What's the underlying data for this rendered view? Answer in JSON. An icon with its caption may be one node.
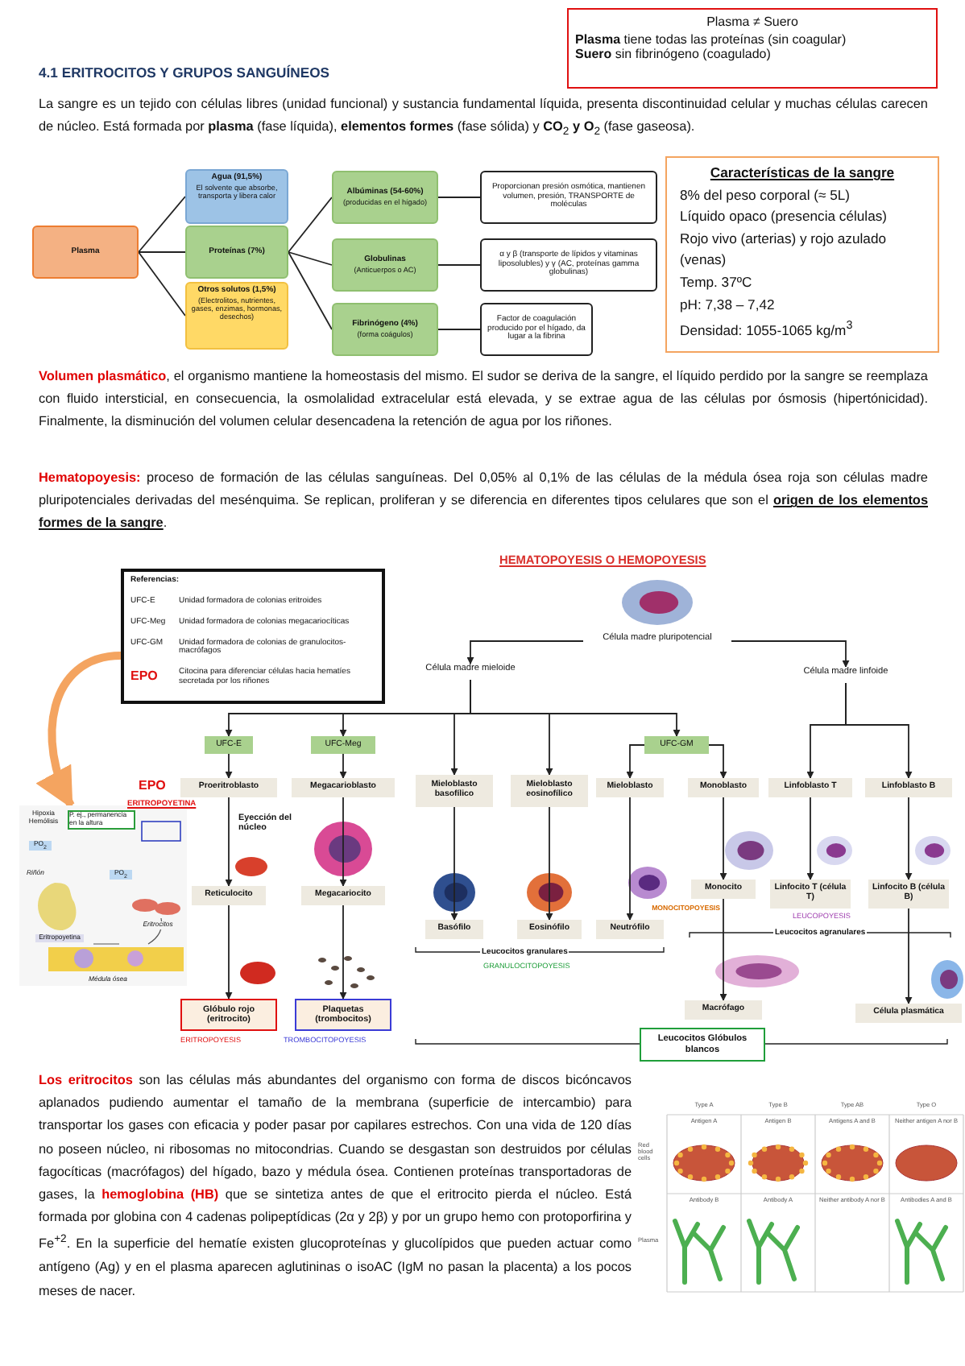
{
  "diagram": {
    "title": "4.1 ERITROCITOS Y GRUPOS SANGUÍNEOS",
    "nodes": [
      {
        "text": [
          "Plasma ≠ Suero",
          "**Plasma** tiene todas las proteínas (sin coagular)",
          "**Suero** sin fibrinógeno (coagulado)"
        ]
      },
      {
        "text": [
          "Plasma"
        ]
      },
      {
        "text": [
          "Agua (91,5%)",
          "El solvente que absorbe, transporta y libera calor"
        ]
      },
      {
        "text": [
          "Proteínas (7%)"
        ]
      },
      {
        "text": [
          "Otros solutos (1,5%)",
          "(Electrolitos, nutrientes, gases, enzimas, hormonas, desechos)"
        ]
      },
      {
        "text": [
          "Albúminas (54-60%)",
          "(producidas en el hígado)"
        ]
      },
      {
        "text": [
          "Globulinas",
          "(Anticuerpos o AC)"
        ]
      },
      {
        "text": [
          "Fibrinógeno (4%)",
          "(forma coágulos)"
        ]
      },
      {
        "text": [
          "Proporcionan presión osmótica, mantienen volumen, presión, TRANSPORTE de moléculas"
        ]
      },
      {
        "text": [
          "α y β (transporte de lípidos y vitaminas liposolubles) y γ (AC, proteínas gamma globulinas)"
        ]
      },
      {
        "text": [
          "Factor de coagulación producido por el hígado, da lugar a la fibrina"
        ]
      },
      {
        "text": [
          "Características de la sangre",
          "8% del peso corporal (≈ 5L)",
          "Líquido opaco (presencia células)",
          "Rojo vivo (arterias) y rojo azulado (venas)",
          "Temp. 37ºC",
          "pH: 7,38 – 7,42",
          "Densidad: 1055-1065 kg/m$^{3}$"
        ]
      },
      {
        "text": [
          "Referencias:",
          "UFC-E",
          "Unidad formadora de colonias eritroides",
          "UFC-Meg",
          "Unidad formadora de colonias megacariocíticas",
          "UFC-GM",
          "Unidad formadora de colonias de granulocitos-macrófagos",
          "EPO",
          "Citocina para diferenciar células hacia hematíes secretada por los riñones"
        ]
      },
      {
        "text": [
          "Hipoxia Hemólisis",
          "P. ej., permanencia en la altura",
          "PO$_{2}$",
          "Riñón",
          "PO$_{2}$",
          "Eritrocitos",
          "Eritropoyetina",
          "Médula ósea"
        ]
      },
      {
        "text": [
          "Célula madre pluripotencial"
        ]
      },
      {
        "text": [
          "Célula madre mieloide"
        ]
      },
      {
        "text": [
          "Célula madre linfoide"
        ]
      },
      {
        "text": [
          "UFC-E"
        ]
      },
      {
        "text": [
          "UFC-Meg"
        ]
      },
      {
        "text": [
          "UFC-GM"
        ]
      },
      {
        "text": [
          "Proeritroblasto"
        ]
      },
      {
        "text": [
          "Megacarioblasto"
        ]
      },
      {
        "text": [
          "Mieloblasto basofílico"
        ]
      },
      {
        "text": [
          "Mieloblasto eosinofílico"
        ]
      },
      {
        "text": [
          "Mieloblasto"
        ]
      },
      {
        "text": [
          "Monoblasto"
        ]
      },
      {
        "text": [
          "Linfoblasto T"
        ]
      },
      {
        "text": [
          "Linfoblasto B"
        ]
      },
      {
        "text": [
          "Reticulocito"
        ]
      },
      {
        "text": [
          "Megacariocito"
        ]
      },
      {
        "text": [
          "Basófilo"
        ]
      },
      {
        "text": [
          "Eosinófilo"
        ]
      },
      {
        "text": [
          "Neutrófilo"
        ]
      },
      {
        "text": [
          "Monocito"
        ]
      },
      {
        "text": [
          "Linfocito T (célula T)"
        ]
      },
      {
        "text": [
          "Linfocito B (célula B)"
        ]
      },
      {
        "text": [
          "Glóbulo rojo (eritrocito)"
        ]
      },
      {
        "text": [
          "Plaquetas (trombocitos)"
        ]
      },
      {
        "text": [
          "Macrófago"
        ]
      },
      {
        "text": [
          "Célula plasmática"
        ]
      },
      {
        "text": [
          "Leucocitos Glóbulos blancos"
        ]
      }
    ],
    "edges": [
      {
        "from": 1,
        "to": 2,
        "arrow": "none"
      },
      {
        "from": 1,
        "to": 3,
        "arrow": "none"
      },
      {
        "from": 1,
        "to": 4,
        "arrow": "none"
      },
      {
        "from": 3,
        "to": 5,
        "arrow": "none"
      },
      {
        "from": 3,
        "to": 6,
        "arrow": "none"
      },
      {
        "from": 3,
        "to": 7,
        "arrow": "none"
      },
      {
        "from": 5,
        "to": 8,
        "arrow": "none"
      },
      {
        "from": 6,
        "to": 9,
        "arrow": "none"
      },
      {
        "from": 7,
        "to": 10,
        "arrow": "none"
      },
      {
        "from": 12,
        "to": 13,
        "arrow": "to",
        "style": "thick",
        "color": "#f4a460"
      },
      {
        "from": 14,
        "to": 15,
        "arrow": "to"
      },
      {
        "from": 14,
        "to": 16,
        "arrow": "to"
      },
      {
        "from": 15,
        "to": 17,
        "arrow": "to"
      },
      {
        "from": 15,
        "to": 18,
        "arrow": "to"
      },
      {
        "from": 15,
        "to": 22,
        "arrow": "to"
      },
      {
        "from": 15,
        "to": 23,
        "arrow": "to"
      },
      {
        "from": 15,
        "to": 19,
        "arrow": "to"
      },
      {
        "from": 19,
        "to": 24,
        "arrow": "to"
      },
      {
        "from": 19,
        "to": 25,
        "arrow": "to"
      },
      {
        "from": 16,
        "to": 26,
        "arrow": "to"
      },
      {
        "from": 16,
        "to": 27,
        "arrow": "to"
      },
      {
        "from": 17,
        "to": 20,
        "arrow": "to"
      },
      {
        "from": 18,
        "to": 21,
        "arrow": "to"
      },
      {
        "from": 20,
        "to": 28,
        "arrow": "to",
        "label": "Eyección del núcleo"
      },
      {
        "from": 21,
        "to": 29,
        "arrow": "to"
      },
      {
        "from": 22,
        "to": 30,
        "arrow": "to"
      },
      {
        "from": 23,
        "to": 31,
        "arrow": "to"
      },
      {
        "from": 24,
        "to": 32,
        "arrow": "to"
      },
      {
        "from": 25,
        "to": 33,
        "arrow": "to"
      },
      {
        "from": 26,
        "to": 34,
        "arrow": "to"
      },
      {
        "from": 27,
        "to": 35,
        "arrow": "to"
      },
      {
        "from": 28,
        "to": 36,
        "arrow": "to"
      },
      {
        "from": 29,
        "to": 37,
        "arrow": "to"
      },
      {
        "from": 33,
        "to": 38,
        "arrow": "to"
      },
      {
        "from": 35,
        "to": 39,
        "arrow": "to"
      }
    ],
    "labels": [
      "La sangre es un tejido con células libres (unidad funcional) y sustancia fundamental líquida, presenta discontinuidad celular y muchas células carecen de núcleo. Está formada por **plasma** (fase líquida), **elementos formes** (fase sólida) y **CO**$_{2}$ **y O**$_{2}$ (fase gaseosa).",
      "**Volumen plasmático**, el organismo mantiene la homeostasis del mismo. El sudor se deriva de la sangre, el líquido perdido por la sangre se reemplaza con fluido intersticial, en consecuencia, la osmolalidad extracelular está elevada, y se extrae agua de las células por ósmosis (hipertónicidad). Finalmente, la disminución del volumen celular desencadena la retención de agua por los riñones.",
      "**Hematopoyesis:** proceso de formación de las células sanguíneas. Del 0,05% al 0,1% de las células de la médula ósea roja son células madre pluripotenciales derivadas del mesénquima. Se replican, proliferan y se diferencia en diferentes tipos celulares que son el **origen de los elementos formes de la sangre**.",
      "HEMATOPOYESIS O HEMOPOYESIS",
      "EPO",
      "ERITROPOYETINA",
      "MONOCITOPOYESIS",
      "LEUCOPOYESIS",
      "Leucocitos agranulares",
      "Leucocitos granulares",
      "GRANULOCITOPOYESIS",
      "ERITROPOYESIS",
      "TROMBOCITOPOYESIS",
      "**Los eritrocitos** son las células más abundantes del organismo con forma de discos bicóncavos aplanados pudiendo aumentar el tamaño de la membrana (superficie de intercambio) para transportar los gases con eficacia y poder pasar por capilares estrechos. Con una vida de 120 días no poseen núcleo, ni ribosomas no mitocondrias. Cuando se desgastan son destruidos por células fagocíticas (macrófagos) del hígado, bazo y médula ósea. Contienen proteínas transportadoras de gases, la **hemoglobina (HB)** que se sintetiza antes de que el eritrocito pierda el núcleo. Está formada por globina con 4 cadenas polipeptídicas (2α y 2β) y por un grupo hemo con protoporfirina y Fe$^{+2}$. En la superficie del hematíe existen glucoproteínas y glucolípidos que pueden actuar como antígeno (Ag) y en el plasma aparecen aglutininas o isoAC (IgM no pasan la placenta) a los pocos meses de nacer.",
      "Type A",
      "Type B",
      "Type AB",
      "Type O",
      "Red blood cells",
      "Antigen A",
      "Antigen B",
      "Antigens A and B",
      "Neither antigen A nor B",
      "Plasma",
      "Antibody B",
      "Antibody A",
      "Neither antibody A nor B",
      "Antibodies A and B"
    ]
  }
}
